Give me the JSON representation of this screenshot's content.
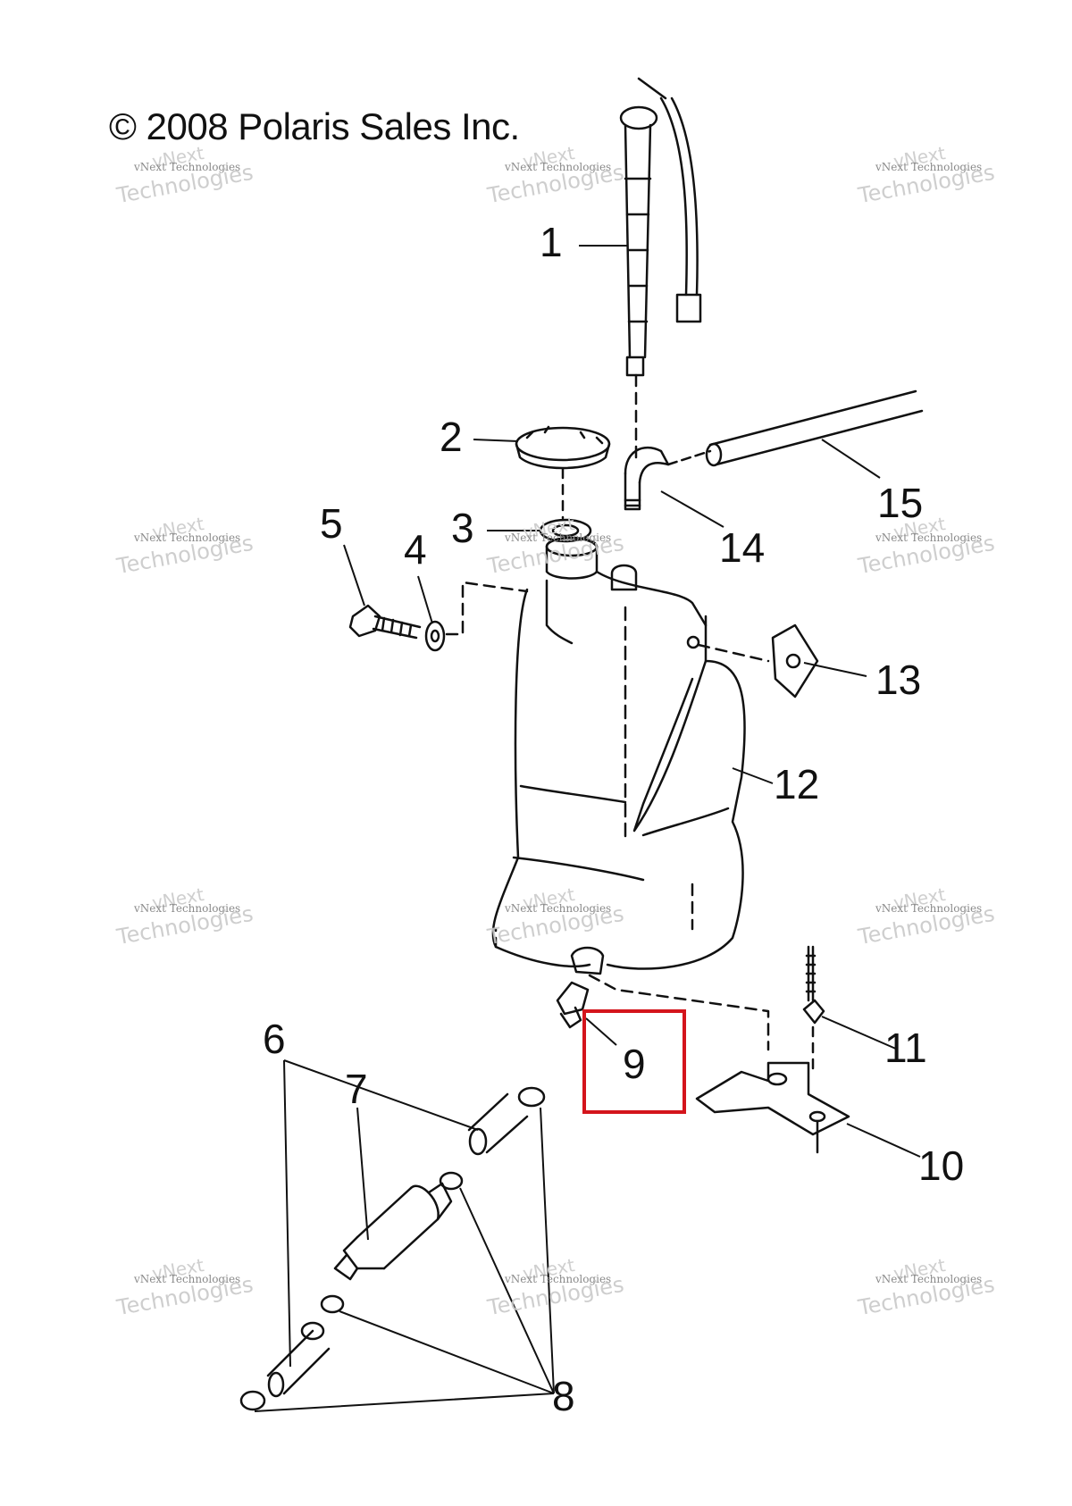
{
  "copyright": "© 2008 Polaris Sales Inc.",
  "watermark": {
    "line1": "vNext Technologies",
    "line2": "Technologies",
    "line3": "vNext"
  },
  "callouts": {
    "c1": "1",
    "c2": "2",
    "c3": "3",
    "c4": "4",
    "c5": "5",
    "c6": "6",
    "c7": "7",
    "c8": "8",
    "c9": "9",
    "c10": "10",
    "c11": "11",
    "c12": "12",
    "c13": "13",
    "c14": "14",
    "c15": "15"
  },
  "highlight": {
    "color": "#d4141c",
    "part": "9"
  }
}
